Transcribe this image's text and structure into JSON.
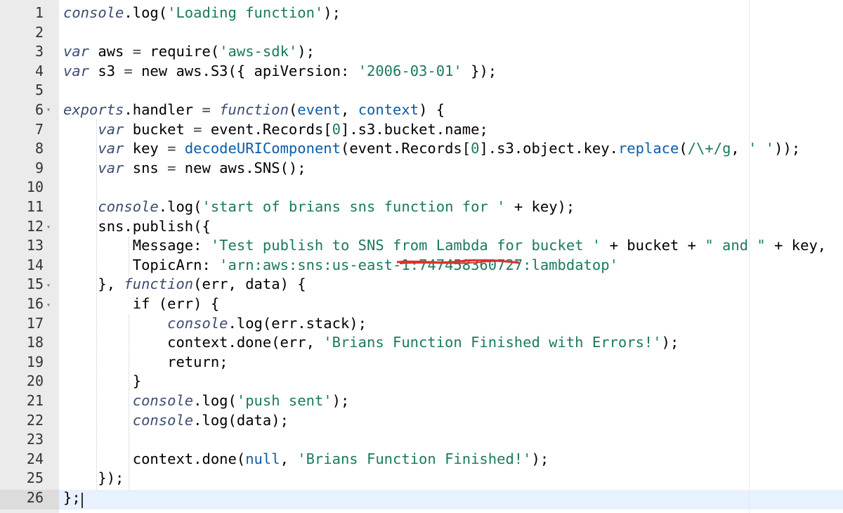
{
  "editor": {
    "line_numbers": [
      "1",
      "2",
      "3",
      "4",
      "5",
      "6",
      "7",
      "8",
      "9",
      "10",
      "11",
      "12",
      "13",
      "14",
      "15",
      "16",
      "17",
      "18",
      "19",
      "20",
      "21",
      "22",
      "23",
      "24",
      "25",
      "26"
    ],
    "fold_markers": [
      "▾",
      "▾",
      "▾",
      "▾"
    ],
    "lines": [
      [
        [
          "console",
          "fn"
        ],
        [
          ".log(",
          "plain"
        ],
        [
          "'Loading function'",
          "str"
        ],
        [
          ");",
          "plain"
        ]
      ],
      [],
      [
        [
          "var",
          "kw"
        ],
        [
          " aws ",
          "plain"
        ],
        [
          "=",
          "op"
        ],
        [
          " require(",
          "plain"
        ],
        [
          "'aws-sdk'",
          "str"
        ],
        [
          ");",
          "plain"
        ]
      ],
      [
        [
          "var",
          "kw"
        ],
        [
          " s3 ",
          "plain"
        ],
        [
          "=",
          "op"
        ],
        [
          " new",
          "plain"
        ],
        [
          " aws.S3({ apiVersion: ",
          "plain"
        ],
        [
          "'2006-03-01'",
          "str"
        ],
        [
          " });",
          "plain"
        ]
      ],
      [],
      [
        [
          "exports",
          "fn"
        ],
        [
          ".handler ",
          "plain"
        ],
        [
          "=",
          "op"
        ],
        [
          " ",
          "plain"
        ],
        [
          "function",
          "kw"
        ],
        [
          "(",
          "plain"
        ],
        [
          "event",
          "builtin"
        ],
        [
          ", ",
          "plain"
        ],
        [
          "context",
          "builtin"
        ],
        [
          ") {",
          "plain"
        ]
      ],
      [
        [
          "    ",
          "plain"
        ],
        [
          "var",
          "kw"
        ],
        [
          " bucket ",
          "plain"
        ],
        [
          "=",
          "op"
        ],
        [
          " event.Records[",
          "plain"
        ],
        [
          "0",
          "num"
        ],
        [
          "].s3.bucket.name;",
          "plain"
        ]
      ],
      [
        [
          "    ",
          "plain"
        ],
        [
          "var",
          "kw"
        ],
        [
          " key ",
          "plain"
        ],
        [
          "=",
          "op"
        ],
        [
          " ",
          "plain"
        ],
        [
          "decodeURIComponent",
          "builtin"
        ],
        [
          "(event.Records[",
          "plain"
        ],
        [
          "0",
          "num"
        ],
        [
          "].s3.object.key.",
          "plain"
        ],
        [
          "replace",
          "builtin"
        ],
        [
          "(",
          "plain"
        ],
        [
          "/\\+/g",
          "str"
        ],
        [
          ", ",
          "plain"
        ],
        [
          "' '",
          "str"
        ],
        [
          "));",
          "plain"
        ]
      ],
      [
        [
          "    ",
          "plain"
        ],
        [
          "var",
          "kw"
        ],
        [
          " sns ",
          "plain"
        ],
        [
          "=",
          "op"
        ],
        [
          " new aws.SNS();",
          "plain"
        ]
      ],
      [],
      [
        [
          "    ",
          "plain"
        ],
        [
          "console",
          "fn"
        ],
        [
          ".log(",
          "plain"
        ],
        [
          "'start of brians sns function for '",
          "str"
        ],
        [
          " + key);",
          "plain"
        ]
      ],
      [
        [
          "    sns.publish({",
          "plain"
        ]
      ],
      [
        [
          "        Message: ",
          "plain"
        ],
        [
          "'Test publish to SNS from Lambda for bucket '",
          "str"
        ],
        [
          " + bucket + ",
          "plain"
        ],
        [
          "\" and \"",
          "str"
        ],
        [
          " + key,",
          "plain"
        ]
      ],
      [
        [
          "        TopicArn: ",
          "plain"
        ],
        [
          "'arn:aws:sns:us-east-1:747458360727:lambdatop'",
          "str"
        ]
      ],
      [
        [
          "    }, ",
          "plain"
        ],
        [
          "function",
          "kw"
        ],
        [
          "(err, data) {",
          "plain"
        ]
      ],
      [
        [
          "        if (err) {",
          "plain"
        ]
      ],
      [
        [
          "            ",
          "plain"
        ],
        [
          "console",
          "fn"
        ],
        [
          ".log(err.stack);",
          "plain"
        ]
      ],
      [
        [
          "            context.done(err, ",
          "plain"
        ],
        [
          "'Brians Function Finished with Errors!'",
          "str"
        ],
        [
          ");",
          "plain"
        ]
      ],
      [
        [
          "            return;",
          "plain"
        ]
      ],
      [
        [
          "        }",
          "plain"
        ]
      ],
      [
        [
          "        ",
          "plain"
        ],
        [
          "console",
          "fn"
        ],
        [
          ".log(",
          "plain"
        ],
        [
          "'push sent'",
          "str"
        ],
        [
          ");",
          "plain"
        ]
      ],
      [
        [
          "        ",
          "plain"
        ],
        [
          "console",
          "fn"
        ],
        [
          ".log(data);",
          "plain"
        ]
      ],
      [],
      [
        [
          "        context.done(",
          "plain"
        ],
        [
          "null",
          "builtin"
        ],
        [
          ", ",
          "plain"
        ],
        [
          "'Brians Function Finished!'",
          "str"
        ],
        [
          ");",
          "plain"
        ]
      ],
      [
        [
          "    });",
          "plain"
        ]
      ],
      [
        [
          "};",
          "plain"
        ]
      ]
    ],
    "colors": {
      "gutter_bg": "#ebebeb",
      "active_line_bg": "#e8f2fe",
      "string": "#1a7a5e",
      "keyword": "#3c4c72",
      "builtin": "#0b5ca8",
      "redaction": "#e0302a"
    }
  }
}
